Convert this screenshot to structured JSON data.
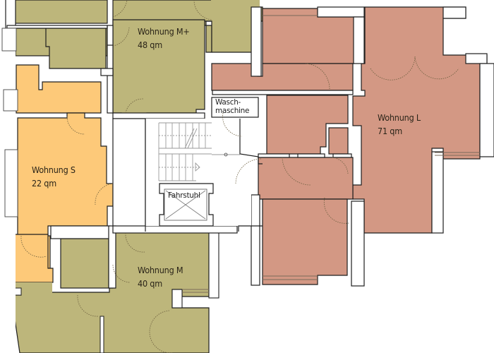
{
  "plan": {
    "colors": {
      "wohnung_m": "#bdb67b",
      "wohnung_s": "#fdc979",
      "wohnung_l": "#d39884",
      "wall": "#ffffff",
      "outline": "#1e1e1e",
      "stairs": "#9a9a9a"
    },
    "units": [
      {
        "id": "m-plus",
        "name": "Wohnung M+",
        "area": "48 qm"
      },
      {
        "id": "s",
        "name": "Wohnung S",
        "area": "22 qm"
      },
      {
        "id": "l",
        "name": "Wohnung L",
        "area": "71 qm"
      },
      {
        "id": "m",
        "name": "Wohnung M",
        "area": "40 qm"
      }
    ],
    "rooms": {
      "laundry": "Wasch-\nmaschine",
      "laundry_line1": "Wasch-",
      "laundry_line2": "maschine",
      "elevator": "Fahrstuhl"
    }
  }
}
